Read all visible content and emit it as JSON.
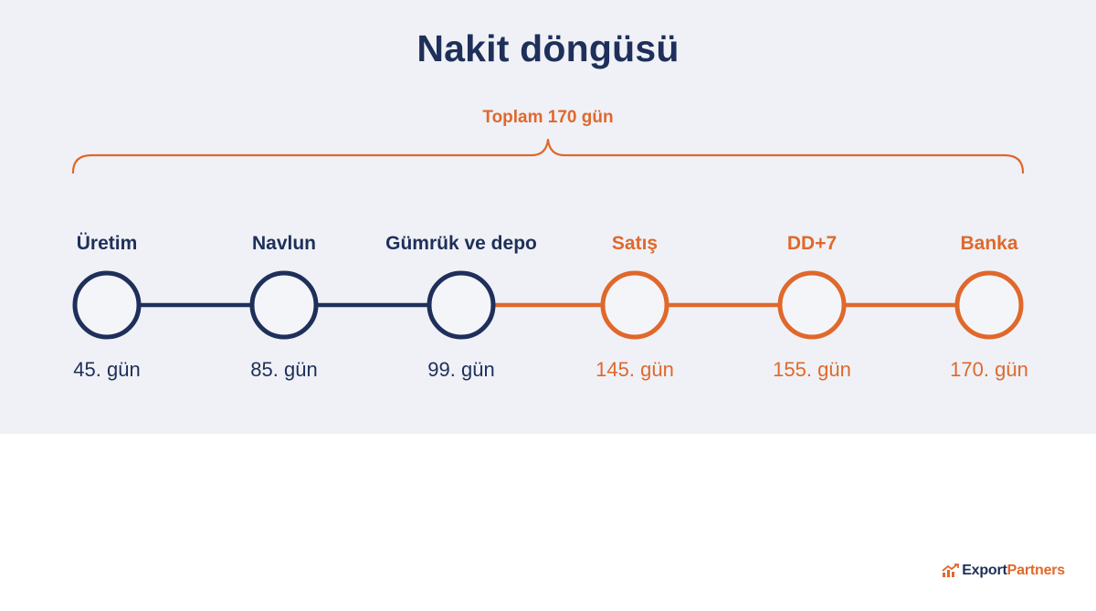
{
  "title": "Nakit döngüsü",
  "total_label": "Toplam 170 gün",
  "colors": {
    "navy": "#1e2f5a",
    "orange": "#e0682b",
    "panel": "#eff1f6"
  },
  "stages": [
    {
      "label": "Üretim",
      "day": "45. gün",
      "tone": "navy"
    },
    {
      "label": "Navlun",
      "day": "85. gün",
      "tone": "navy"
    },
    {
      "label": "Gümrük ve depo",
      "day": "99. gün",
      "tone": "navy"
    },
    {
      "label": "Satış",
      "day": "145. gün",
      "tone": "orange"
    },
    {
      "label": "DD+7",
      "day": "155. gün",
      "tone": "orange"
    },
    {
      "label": "Banka",
      "day": "170. gün",
      "tone": "orange"
    }
  ],
  "logo": {
    "export": "Export",
    "partners": "Partners",
    "icon": "chart-arrow-icon"
  }
}
